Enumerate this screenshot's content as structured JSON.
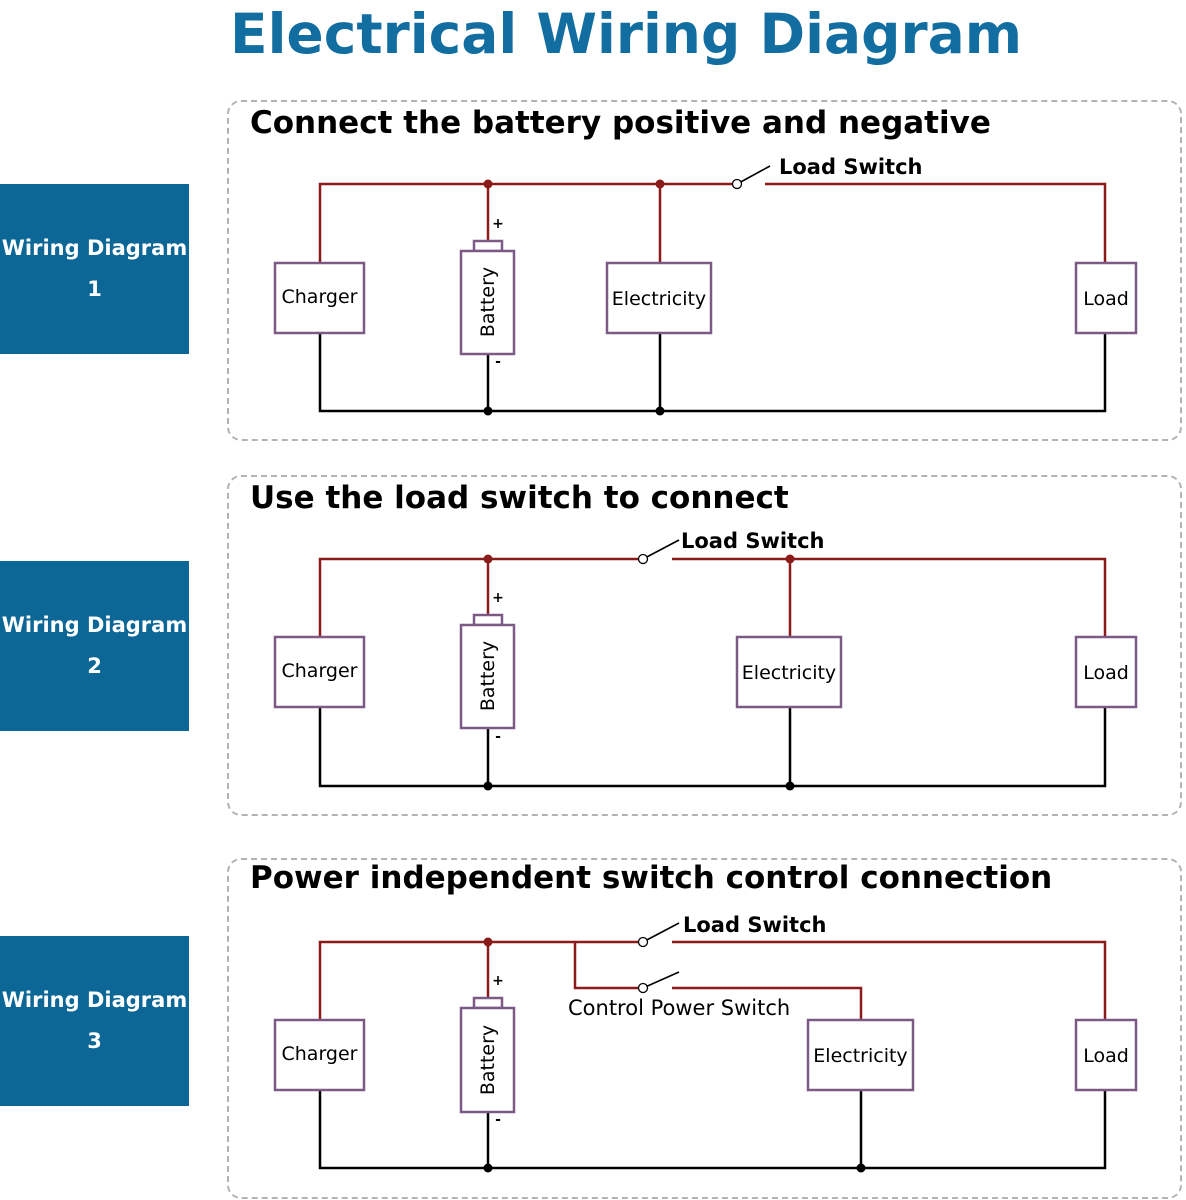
{
  "title": "Electrical Wiring Diagram",
  "colors": {
    "title": "#126ea0",
    "tab_background": "#0c6797",
    "positive_wire": "#8b1a1a",
    "negative_wire": "#000000",
    "component_border": "#7d5a86",
    "panel_border": "#b3b3b3"
  },
  "diagrams": [
    {
      "tab_line1": "Wiring Diagram",
      "tab_line2": "1",
      "heading": "Connect the battery positive and negative",
      "components": {
        "charger": "Charger",
        "battery": "Battery",
        "battery_plus": "+",
        "battery_minus": "-",
        "electricity": "Electricity",
        "load": "Load"
      },
      "load_switch": "Load Switch"
    },
    {
      "tab_line1": "Wiring Diagram",
      "tab_line2": "2",
      "heading": "Use the load switch to connect",
      "components": {
        "charger": "Charger",
        "battery": "Battery",
        "battery_plus": "+",
        "battery_minus": "-",
        "electricity": "Electricity",
        "load": "Load"
      },
      "load_switch": "Load Switch"
    },
    {
      "tab_line1": "Wiring Diagram",
      "tab_line2": "3",
      "heading": "Power independent switch control connection",
      "components": {
        "charger": "Charger",
        "battery": "Battery",
        "battery_plus": "+",
        "battery_minus": "-",
        "electricity": "Electricity",
        "load": "Load"
      },
      "load_switch": "Load Switch",
      "control_switch": "Control Power Switch"
    }
  ]
}
